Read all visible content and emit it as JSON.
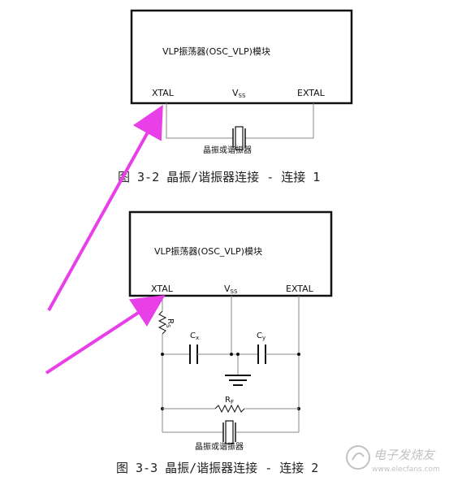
{
  "figure1": {
    "module_title": "VLP振荡器(OSC_VLP)模块",
    "pin_xtal": "XTAL",
    "pin_vss_main": "V",
    "pin_vss_sub": "SS",
    "pin_extal": "EXTAL",
    "crystal_label": "晶振或谐振器",
    "caption": "图 3-2 晶振/谐振器连接 - 连接 1"
  },
  "figure2": {
    "module_title": "VLP振荡器(OSC_VLP)模块",
    "pin_xtal": "XTAL",
    "pin_vss_main": "V",
    "pin_vss_sub": "SS",
    "pin_extal": "EXTAL",
    "rs_main": "R",
    "rs_sub": "S",
    "cx_main": "C",
    "cx_sub": "x",
    "cy_main": "C",
    "cy_sub": "y",
    "rf_main": "R",
    "rf_sub": "F",
    "crystal_label": "晶振或谐振器",
    "caption": "图 3-3 晶振/谐振器连接 - 连接 2"
  },
  "watermark": {
    "text": "电子发烧友",
    "url": "www.elecfans.com"
  },
  "colors": {
    "arrow": "#e83fe8",
    "box_border": "#111111",
    "wire": "#8a8a8a"
  }
}
